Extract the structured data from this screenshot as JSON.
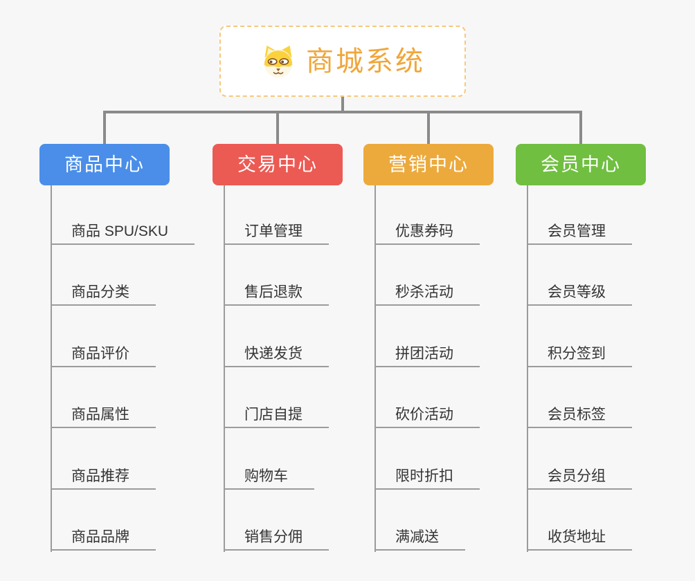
{
  "root": {
    "title": "商城系统",
    "icon": "dog-face-icon"
  },
  "branches": [
    {
      "label": "商品中心",
      "color": "#4a8ee9",
      "items": [
        "商品 SPU/SKU",
        "商品分类",
        "商品评价",
        "商品属性",
        "商品推荐",
        "商品品牌"
      ]
    },
    {
      "label": "交易中心",
      "color": "#ec5a54",
      "items": [
        "订单管理",
        "售后退款",
        "快递发货",
        "门店自提",
        "购物车",
        "销售分佣"
      ]
    },
    {
      "label": "营销中心",
      "color": "#ecaa3d",
      "items": [
        "优惠券码",
        "秒杀活动",
        "拼团活动",
        "砍价活动",
        "限时折扣",
        "满减送"
      ]
    },
    {
      "label": "会员中心",
      "color": "#70bf41",
      "items": [
        "会员管理",
        "会员等级",
        "积分签到",
        "会员标签",
        "会员分组",
        "收货地址"
      ]
    }
  ],
  "colors": {
    "bg": "#f7f7f7",
    "connector": "#8a8a8a",
    "leaf_line": "#9b9b9b",
    "leaf_text": "#343434",
    "root_text": "#f0a63a",
    "root_border": "#f6c87d"
  }
}
